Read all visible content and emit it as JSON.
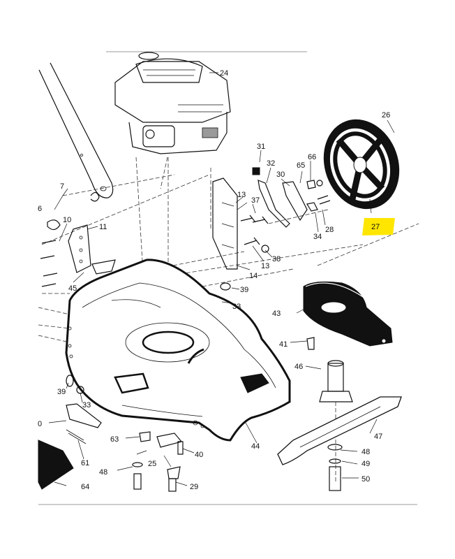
{
  "diagram": {
    "callouts": [
      "24",
      "26",
      "31",
      "32",
      "66",
      "65",
      "30",
      "7",
      "13",
      "37",
      "27",
      "10",
      "11",
      "38",
      "34",
      "28",
      "6",
      "13",
      "14",
      "45",
      "39",
      "33",
      "43",
      "41",
      "46",
      "39",
      "33",
      "0",
      "63",
      "40",
      "44",
      "47",
      "48",
      "49",
      "25",
      "50",
      "61",
      "48",
      "64",
      "29"
    ],
    "highlighted_callout": "27",
    "highlight_color": "#ffe600"
  }
}
